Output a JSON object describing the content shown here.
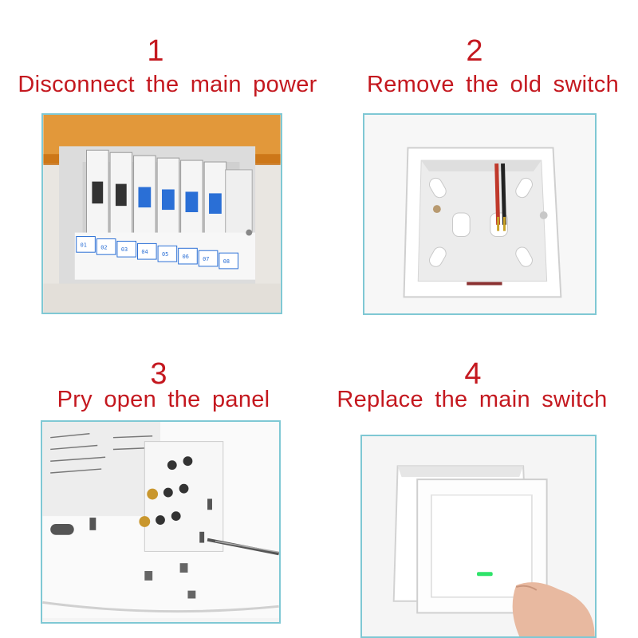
{
  "steps": [
    {
      "number": "1",
      "caption": "Disconnect the main power"
    },
    {
      "number": "2",
      "caption": "Remove the old switch"
    },
    {
      "number": "3",
      "caption": "Pry open the panel"
    },
    {
      "number": "4",
      "caption": "Replace the main switch"
    }
  ],
  "panel1": {
    "breaker_labels": [
      "01",
      "02",
      "03",
      "04",
      "05",
      "06",
      "07",
      "08"
    ]
  },
  "colors": {
    "caption": "#c4181f",
    "frame_border": "#7fc8d4",
    "breaker_blue": "#2a6fd6",
    "panel_orange": "#e08a1c",
    "indicator_green": "#2fe36a"
  }
}
